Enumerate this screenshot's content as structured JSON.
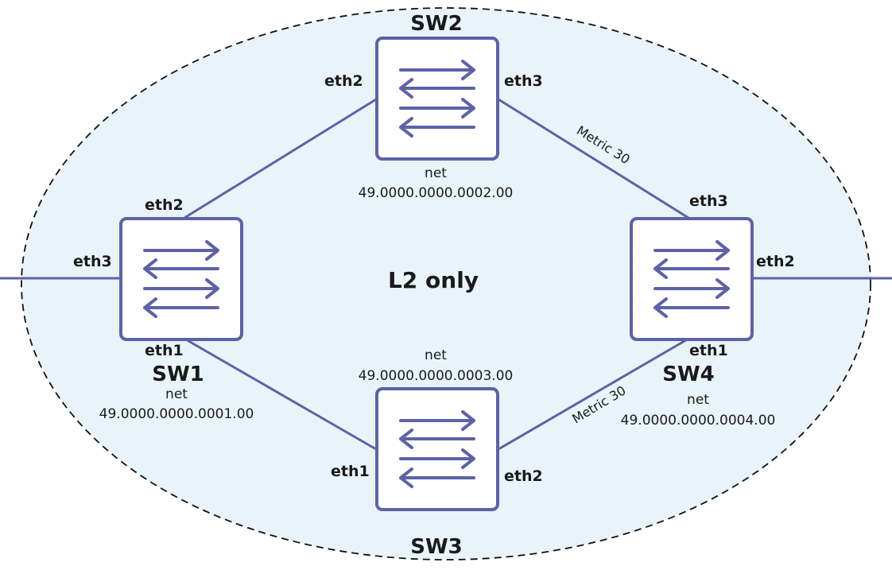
{
  "zone": {
    "label": "L2 only"
  },
  "colors": {
    "link": "#5d62a8",
    "zone_fill": "#e9f4fa",
    "zone_border": "#111111"
  },
  "switches": {
    "sw1": {
      "name": "SW1",
      "net_label": "net",
      "net_value": "49.0000.0000.0001.00",
      "ports": {
        "eth1": "eth1",
        "eth2": "eth2",
        "eth3": "eth3"
      },
      "icon": "switch-arrows-icon"
    },
    "sw2": {
      "name": "SW2",
      "net_label": "net",
      "net_value": "49.0000.0000.0002.00",
      "ports": {
        "eth2": "eth2",
        "eth3": "eth3"
      },
      "icon": "switch-arrows-icon"
    },
    "sw3": {
      "name": "SW3",
      "net_label": "net",
      "net_value": "49.0000.0000.0003.00",
      "ports": {
        "eth1": "eth1",
        "eth2": "eth2"
      },
      "icon": "switch-arrows-icon"
    },
    "sw4": {
      "name": "SW4",
      "net_label": "net",
      "net_value": "49.0000.0000.0004.00",
      "ports": {
        "eth1": "eth1",
        "eth2": "eth2",
        "eth3": "eth3"
      },
      "icon": "switch-arrows-icon"
    }
  },
  "links": {
    "sw2_sw4": {
      "metric": "Metric 30"
    },
    "sw3_sw4": {
      "metric": "Metric 30"
    }
  }
}
